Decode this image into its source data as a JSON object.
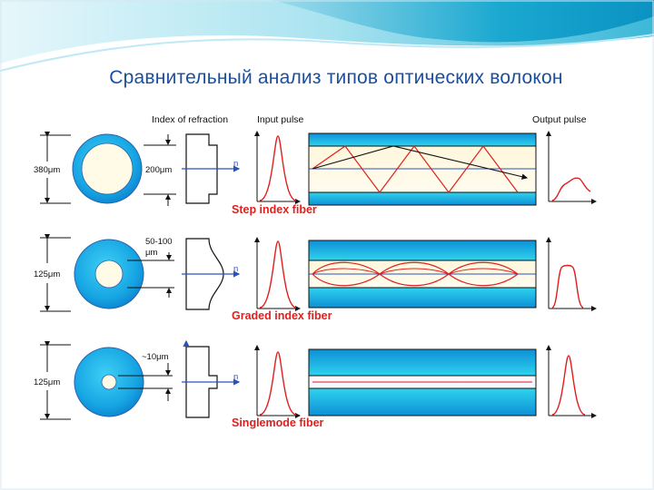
{
  "slide": {
    "title": "Сравнительный анализ типов оптических волокон"
  },
  "diagram": {
    "column_headers": {
      "index_of_refraction": "Index of refraction",
      "input_pulse": "Input pulse",
      "output_pulse": "Output pulse"
    },
    "axis_symbol": "n",
    "fibers": [
      {
        "name": "Step index fiber",
        "cladding_diameter": "380μm",
        "core_diameter": "200μm"
      },
      {
        "name": "Graded index fiber",
        "cladding_diameter": "125μm",
        "core_diameter_line1": "50-100",
        "core_diameter_line2": "μm"
      },
      {
        "name": "Singlemode fiber",
        "cladding_diameter": "125μm",
        "core_diameter": "~10μm"
      }
    ]
  },
  "colors": {
    "title": "#1b4f9c",
    "fiber_label": "#e0201e",
    "ray": "#e0201e",
    "axis": "#2a52be",
    "cladding": "#18a7e0",
    "core": "#fffbe8",
    "pulse": "#e0201e"
  }
}
